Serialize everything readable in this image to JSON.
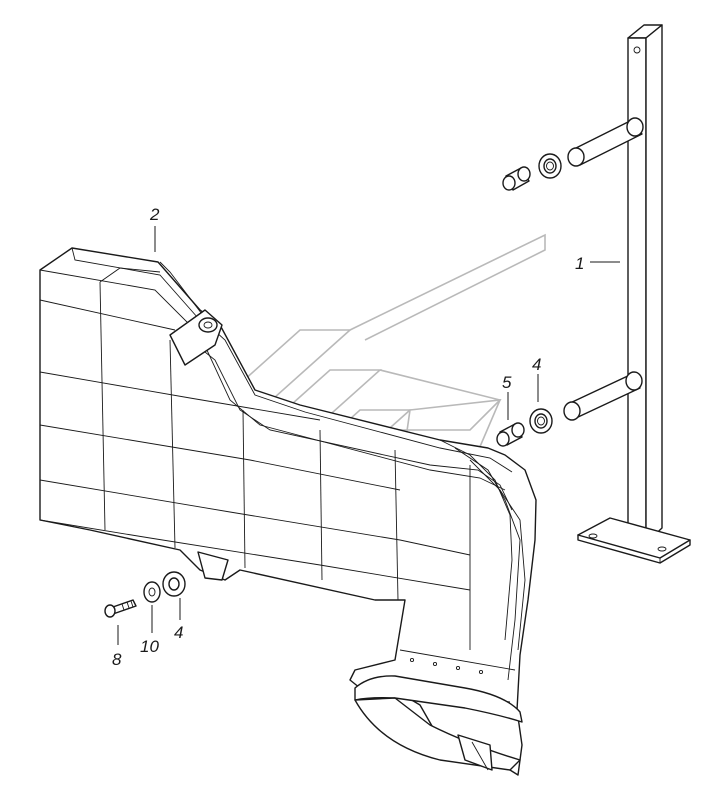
{
  "callouts": {
    "c1": "1",
    "c2": "2",
    "c4a": "4",
    "c5": "5",
    "c4b": "4",
    "c8": "8",
    "c10": "10"
  }
}
